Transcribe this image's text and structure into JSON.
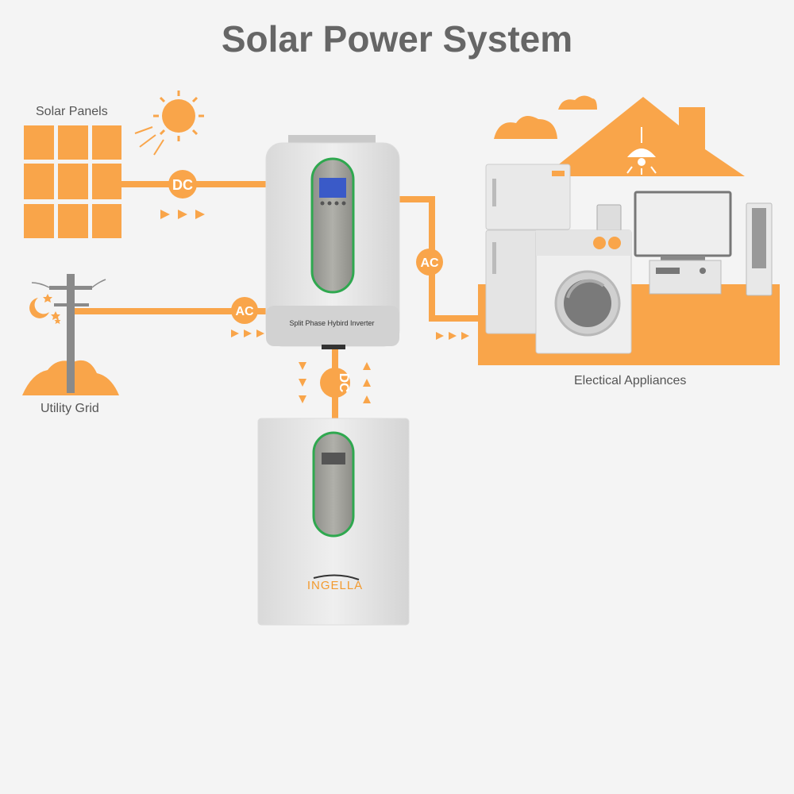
{
  "title": "Solar Power System",
  "labels": {
    "solar_panels": "Solar Panels",
    "utility_grid": "Utility Grid",
    "appliances": "Electical Appliances"
  },
  "badges": {
    "dc_solar": "DC",
    "ac_grid": "AC",
    "ac_load": "AC",
    "dc_battery": "DC"
  },
  "inverter": {
    "name": "Split Phase Hybird Inverter"
  },
  "battery": {
    "brand": "INGELLA"
  },
  "colors": {
    "accent": "#F9A54A",
    "background": "#F4F4F4",
    "device_green": "#2FA84F",
    "title": "#666666"
  }
}
